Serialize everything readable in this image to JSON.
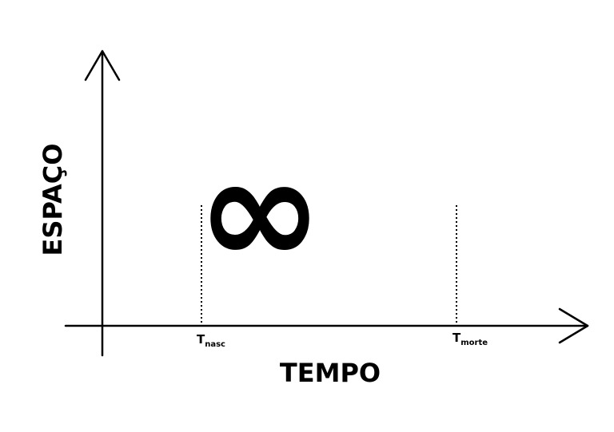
{
  "diagram": {
    "x_axis_label": "TEMPO",
    "y_axis_label": "ESPAÇO",
    "symbol": "∞",
    "markers": [
      {
        "main": "T",
        "sub": "nasc"
      },
      {
        "main": "T",
        "sub": "morte"
      }
    ]
  }
}
